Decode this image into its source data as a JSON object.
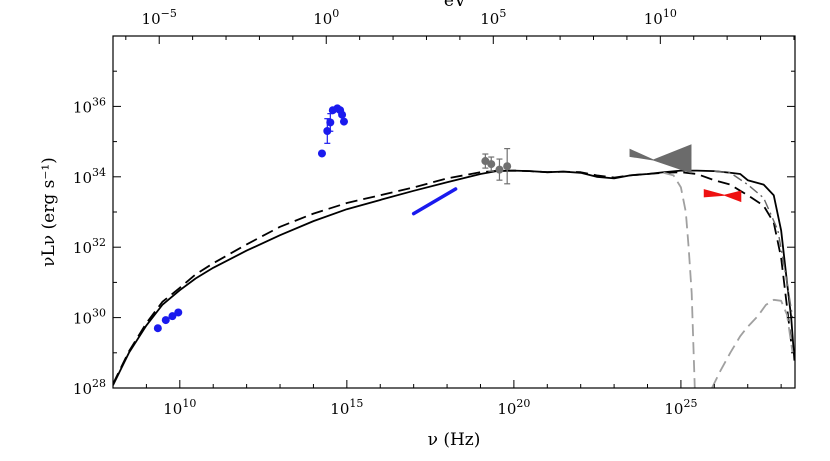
{
  "chart_data": {
    "type": "scatter",
    "title": "",
    "xlabel": "ν (Hz)",
    "ylabel": "νLν (erg s⁻¹)",
    "top_xlabel": "eV",
    "x_scale": "log",
    "y_scale": "log",
    "xlim": [
      100000000.0,
      2.6e+28
    ],
    "ylim": [
      1e+28,
      1e+38
    ],
    "grid": false,
    "x_ticks": [
      {
        "value": 10000000000.0,
        "base": "10",
        "exp": "10"
      },
      {
        "value": 1000000000000000.0,
        "base": "10",
        "exp": "15"
      },
      {
        "value": 1e+20,
        "base": "10",
        "exp": "20"
      },
      {
        "value": 1e+25,
        "base": "10",
        "exp": "25"
      }
    ],
    "top_x_ticks": [
      {
        "value_ev": 1e-05,
        "base": "10",
        "exp": "−5"
      },
      {
        "value_ev": 1,
        "base": "10",
        "exp": "0"
      },
      {
        "value_ev": 100000.0,
        "base": "10",
        "exp": "5"
      },
      {
        "value_ev": 10000000000.0,
        "base": "10",
        "exp": "10"
      }
    ],
    "y_ticks": [
      {
        "value": 1e+28,
        "base": "10",
        "exp": "28"
      },
      {
        "value": 1e+30,
        "base": "10",
        "exp": "30"
      },
      {
        "value": 1e+32,
        "base": "10",
        "exp": "32"
      },
      {
        "value": 1e+34,
        "base": "10",
        "exp": "34"
      },
      {
        "value": 1e+36,
        "base": "10",
        "exp": "36"
      }
    ],
    "series": [
      {
        "style": "points",
        "color": "#1a1aee",
        "x": [
          2200000000.0,
          3800000000.0,
          6000000000.0,
          9000000000.0
        ],
        "y": [
          5e+29,
          8.5e+29,
          1.1e+30,
          1.4e+30
        ]
      },
      {
        "style": "points",
        "color": "#1a1aee",
        "x": [
          180000000000000.0,
          260000000000000.0,
          320000000000000.0,
          380000000000000.0,
          520000000000000.0,
          630000000000000.0,
          720000000000000.0,
          820000000000000.0
        ],
        "y": [
          4.6e+34,
          2e+35,
          3.5e+35,
          7.8e+35,
          8.8e+35,
          7.8e+35,
          5.8e+35,
          3.7e+35
        ],
        "yerr": [
          0,
          0.35,
          0.25,
          0,
          0,
          0,
          0,
          0
        ]
      },
      {
        "style": "line_segment",
        "color": "#1a1aee",
        "x": [
          1e+17,
          1.8e+18
        ],
        "y": [
          9e+32,
          4.5e+33
        ]
      },
      {
        "style": "points",
        "color": "#707070",
        "x": [
          1.4e+19,
          2.1e+19,
          3.7e+19,
          6.3e+19
        ],
        "y": [
          2.8e+34,
          2.3e+34,
          1.6e+34,
          2e+34
        ],
        "yerr": [
          0.2,
          0.2,
          0.3,
          0.5
        ]
      },
      {
        "style": "bowtie",
        "color": "#6b6b6b",
        "x": [
          3e+23,
          2e+25
        ],
        "y_upper": [
          6e+34,
          8e+34
        ],
        "y_lower": [
          3.8e+34,
          1.3e+34
        ],
        "pinch_x": 1.5e+24,
        "pinch_y": 3e+34
      },
      {
        "style": "bowtie",
        "color": "#ee1111",
        "x": [
          5e+25,
          6.2e+26
        ],
        "y_upper": [
          4.3e+33,
          3.9e+33
        ],
        "y_lower": [
          2.7e+33,
          2e+33
        ],
        "pinch_x": 2e+26,
        "pinch_y": 3e+33
      },
      {
        "style": "solid",
        "color": "#000000",
        "x": [
          100000000.0,
          300000000.0,
          1000000000.0,
          3000000000.0,
          10000000000.0,
          30000000000.0,
          100000000000.0,
          1000000000000.0,
          10000000000000.0,
          100000000000000.0,
          1000000000000000.0,
          1e+16,
          1e+17,
          1e+18,
          1e+19,
          3e+19,
          1e+20,
          3e+20,
          1e+21,
          3e+21,
          1e+22,
          3e+22,
          1e+23,
          3e+23,
          1e+24,
          3e+24,
          1e+25,
          3e+25,
          1e+26,
          3e+26,
          6e+26,
          1e+27,
          3e+27,
          6e+27,
          1e+28,
          1.5e+28,
          2e+28,
          2.5e+28
        ],
        "y": [
          1.2e+28,
          1e+29,
          6e+29,
          2.3e+30,
          6e+30,
          1.3e+31,
          2.6e+31,
          8e+31,
          2.2e+32,
          5.5e+32,
          1.2e+33,
          2.2e+33,
          4e+33,
          7e+33,
          1.2e+34,
          1.45e+34,
          1.5e+34,
          1.45e+34,
          1.35e+34,
          1.4e+34,
          1.3e+34,
          1e+34,
          9e+33,
          1.1e+34,
          1.2e+34,
          1.35e+34,
          1.5e+34,
          1.5e+34,
          1.45e+34,
          1.3e+34,
          1.2e+34,
          8e+33,
          6e+33,
          3e+33,
          3e+32,
          1e+31,
          1e+30,
          6e+28
        ]
      },
      {
        "style": "dashed",
        "color": "#000000",
        "x": [
          100000000.0,
          300000000.0,
          1000000000.0,
          3000000000.0,
          10000000000.0,
          30000000000.0,
          100000000000.0,
          1000000000000.0,
          10000000000000.0,
          100000000000000.0,
          1000000000000000.0,
          1e+16,
          1e+17,
          1e+18,
          1e+19,
          3e+19,
          1e+20,
          3e+20,
          1e+21,
          3e+21,
          1e+22,
          3e+22,
          1e+23,
          3e+23,
          1e+24,
          3e+24,
          1e+25,
          3e+25,
          1e+26,
          3e+26,
          6e+26,
          1e+27,
          3e+27,
          6e+27,
          1e+28,
          1.5e+28,
          2e+28
        ],
        "y": [
          1.3e+28,
          1.1e+29,
          7e+29,
          2.8e+30,
          7e+30,
          1.7e+31,
          3.5e+31,
          1.2e+32,
          3.8e+32,
          9e+32,
          1.8e+33,
          3e+33,
          5e+33,
          9e+33,
          1.35e+34,
          1.48e+34,
          1.5e+34,
          1.45e+34,
          1.35e+34,
          1.4e+34,
          1.35e+34,
          1.1e+34,
          9.5e+33,
          1.1e+34,
          1.2e+34,
          1.3e+34,
          1.35e+34,
          1.2e+34,
          8e+33,
          6e+33,
          4e+33,
          3e+33,
          1.5e+33,
          5e+32,
          5e+31,
          2e+30,
          2e+29
        ]
      },
      {
        "style": "dash-dot",
        "color": "#666666",
        "x": [
          1e+26,
          3e+26,
          1e+27,
          3e+27,
          8e+27,
          1.5e+28,
          2.2e+28
        ],
        "y": [
          1.45e+34,
          1.3e+34,
          6e+33,
          2.5e+33,
          3e+32,
          1e+31,
          1e+30
        ]
      },
      {
        "style": "light-dashed",
        "color": "#a0a0a0",
        "x": [
          3e+24,
          6e+24,
          1e+25,
          1.4e+25,
          1.7e+25,
          2.1e+25,
          2.6e+25
        ],
        "y": [
          1.3e+34,
          1.1e+34,
          5e+33,
          1e+33,
          1e+32,
          5e+30,
          1e+28
        ]
      },
      {
        "style": "light-dashed",
        "color": "#a0a0a0",
        "x": [
          8.5e+25,
          1.5e+26,
          3e+26,
          6e+26,
          1e+27,
          2e+27,
          3.5e+27,
          6e+27,
          1e+28,
          1.5e+28,
          2.2e+28
        ],
        "y": [
          1e+28,
          3e+28,
          1e+29,
          3e+29,
          5.5e+29,
          1.1e+30,
          2.3e+30,
          3.2e+30,
          3e+30,
          1.2e+30,
          1e+29
        ]
      }
    ]
  }
}
